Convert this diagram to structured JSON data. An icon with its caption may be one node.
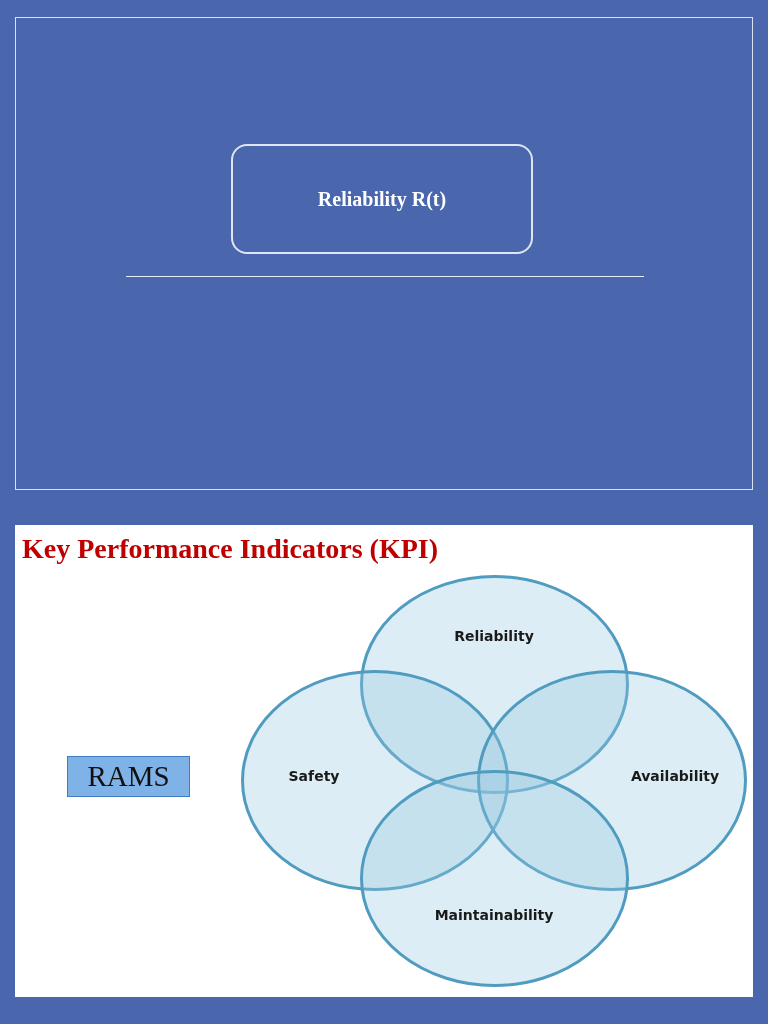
{
  "diagram": {
    "nodes": [
      {
        "text": [],
        "shape": "box"
      },
      {
        "text": [
          "Reliability R(t)"
        ],
        "in": 0
      },
      {
        "text": [
          "Key Performance Indicators (KPI)"
        ]
      },
      {
        "text": [
          "RAMS"
        ],
        "in": 2
      },
      {
        "text": [
          "Reliability"
        ],
        "in": 2
      },
      {
        "text": [
          "Safety"
        ],
        "in": 2
      },
      {
        "text": [
          "Availability"
        ],
        "in": 2
      },
      {
        "text": [
          "Maintainability"
        ],
        "in": 2
      }
    ]
  }
}
